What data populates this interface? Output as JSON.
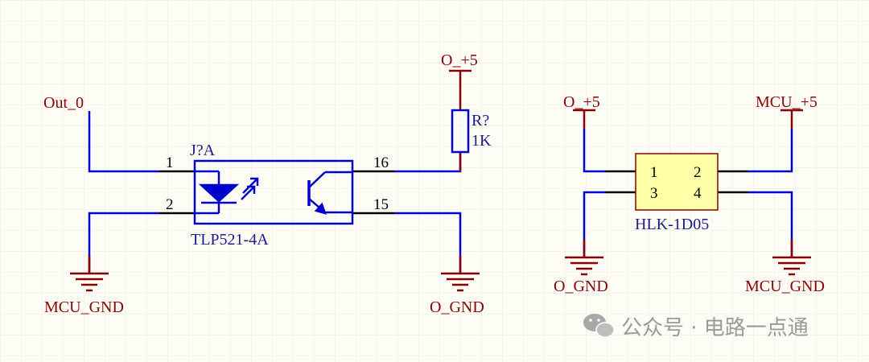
{
  "colors": {
    "background": "#fdfdf6",
    "grid": "#ebebe3",
    "wire": "#0000cc",
    "power_label": "#8b0000",
    "component": "#1c1c8c",
    "module_fill": "#ffffa8",
    "pin": "#000000",
    "watermark": "#9a9a9a"
  },
  "left_circuit": {
    "net_out": "Out_0",
    "net_o5": "O_+5",
    "gnd_left": "MCU_GND",
    "gnd_right": "O_GND",
    "optocoupler": {
      "designator": "J?A",
      "part": "TLP521-4A",
      "pins": {
        "p1": "1",
        "p2": "2",
        "p16": "16",
        "p15": "15"
      }
    },
    "resistor": {
      "designator": "R?",
      "value": "1K"
    }
  },
  "right_circuit": {
    "net_o5": "O_+5",
    "net_mcu5": "MCU_+5",
    "gnd_left": "O_GND",
    "gnd_right": "MCU_GND",
    "module": {
      "part": "HLK-1D05",
      "pins": {
        "p1": "1",
        "p2": "2",
        "p3": "3",
        "p4": "4"
      }
    }
  },
  "watermark": {
    "icon": "wechat-icon",
    "text": "公众号 · 电路一点通"
  }
}
